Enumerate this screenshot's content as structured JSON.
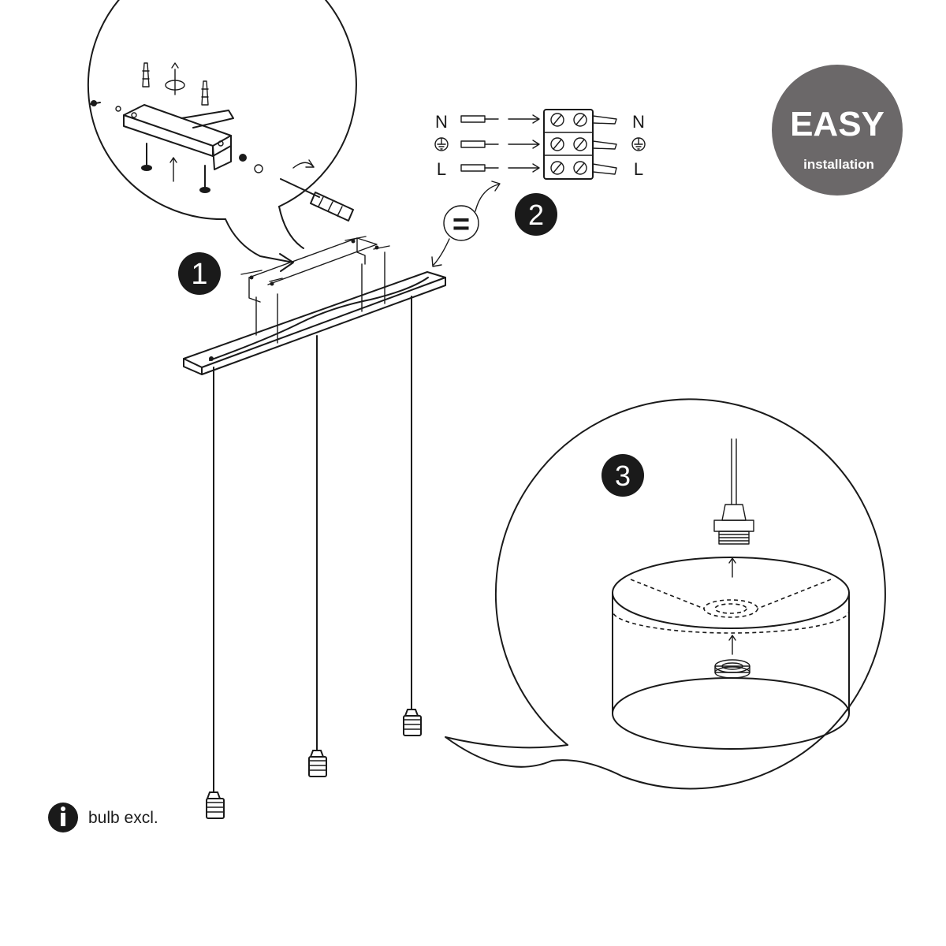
{
  "badge": {
    "title": "EASY",
    "subtitle": "installation",
    "color": "#6b6869"
  },
  "steps": {
    "step1": "1",
    "step2": "2",
    "step3": "3"
  },
  "wiring": {
    "left_labels": [
      "N",
      "L"
    ],
    "right_labels": [
      "N",
      "L"
    ],
    "equals": "="
  },
  "note": {
    "icon": "info-icon",
    "text": "bulb excl."
  }
}
